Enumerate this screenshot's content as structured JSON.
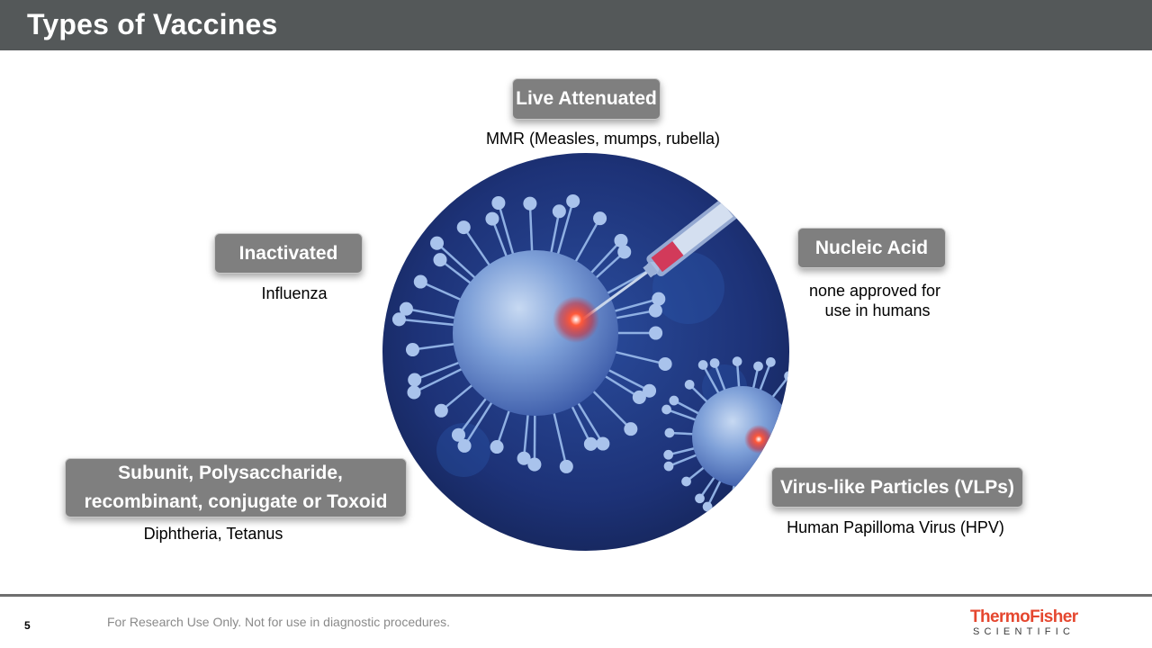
{
  "header": {
    "title": "Types of Vaccines"
  },
  "types": {
    "live_attenuated": {
      "label": "Live Attenuated",
      "example": "MMR (Measles, mumps, rubella)"
    },
    "inactivated": {
      "label": "Inactivated",
      "example": "Influenza"
    },
    "nucleic_acid": {
      "label": "Nucleic Acid",
      "example_line1": "none approved for",
      "example_line2": "use in humans"
    },
    "subunit": {
      "label_line1": "Subunit, Polysaccharide,",
      "label_line2": "recombinant, conjugate or Toxoid",
      "example": "Diphtheria, Tetanus"
    },
    "vlp": {
      "label": "Virus-like Particles (VLPs)",
      "example": "Human Papilloma Virus (HPV)"
    }
  },
  "footer": {
    "page_number": "5",
    "disclaimer": "For Research Use Only. Not for use in diagnostic procedures.",
    "logo_top": "ThermoFisher",
    "logo_bottom": "SCIENTIFIC"
  },
  "colors": {
    "title_bar": "#545859",
    "tag_bg": "#7f7f7f",
    "logo_red": "#e5472f",
    "illustration_bg": "#1c2f6e"
  }
}
